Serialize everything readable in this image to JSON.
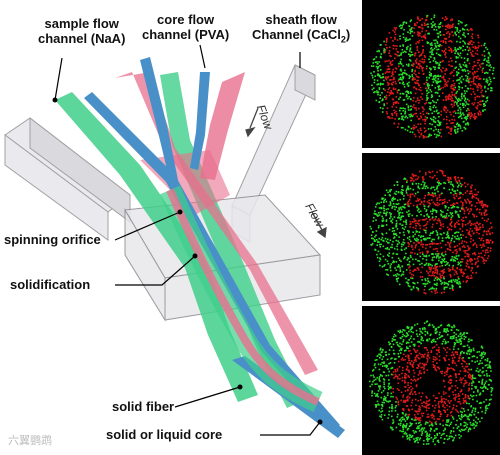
{
  "labels": {
    "sample_flow": [
      "sample flow",
      "channel (NaA)"
    ],
    "core_flow": [
      "core flow",
      "channel (PVA)"
    ],
    "sheath_flow_line1": "sheath flow",
    "sheath_flow_line2_prefix": "Channel (CaCl",
    "sheath_flow_sub": "2",
    "sheath_flow_suffix": ")",
    "spinning_orifice": "spinning orifice",
    "solidification": "solidification",
    "solid_fiber": "solid fiber",
    "core": "solid or liquid core",
    "flow_upper": "Flow",
    "flow_lower": "Flow"
  },
  "watermark": "六翼鹦鹉",
  "colors": {
    "sample_green": "#3fcf8a",
    "core_blue": "#4a90c8",
    "sheath_pink": "#e8708e",
    "channel_gray": "#d8d8dc",
    "micro_green": "#2be02b",
    "micro_red": "#e01b1b"
  },
  "micrographs": [
    {
      "name": "stripes-vertical"
    },
    {
      "name": "stripes-horizontal"
    },
    {
      "name": "core-sheath"
    }
  ]
}
